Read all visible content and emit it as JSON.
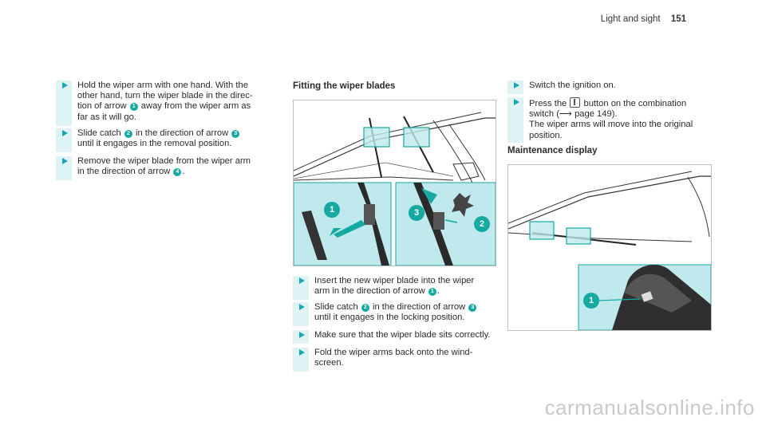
{
  "header": {
    "section": "Light and sight",
    "page_number": "151"
  },
  "col1": {
    "steps": [
      [
        "Hold the wiper arm with one hand. With the",
        "other hand, turn the wiper blade in the direc-",
        "tion of arrow {1} away from the wiper arm as",
        "far as it will go."
      ],
      [
        "Slide catch {2} in the direction of arrow {3}",
        "until it engages in the removal position."
      ],
      [
        "Remove the wiper blade from the wiper arm",
        "in the direction of arrow {4}."
      ]
    ]
  },
  "col2": {
    "title": "Fitting the wiper blades",
    "steps": [
      [
        "Insert the new wiper blade into the wiper",
        "arm in the direction of arrow {1}."
      ],
      [
        "Slide catch {2} in the direction of arrow {3}",
        "until it engages in the locking position."
      ],
      [
        "Make sure that the wiper blade sits correctly."
      ],
      [
        "Fold the wiper arms back onto the wind-",
        "screen."
      ]
    ],
    "callouts": [
      "1",
      "3",
      "2"
    ]
  },
  "col3": {
    "steps": [
      [
        "Switch the ignition on."
      ],
      [
        "Press the {btn} button on the combination",
        "switch (⟶ page 149).",
        "The wiper arms will move into the original",
        "position."
      ]
    ],
    "title": "Maintenance display",
    "callouts": [
      "1"
    ]
  },
  "watermark": "carmanualsonline.info",
  "colors": {
    "accent": "#1aa6b7",
    "callout": "#16a9a1",
    "panel": "#bfe9ec"
  }
}
